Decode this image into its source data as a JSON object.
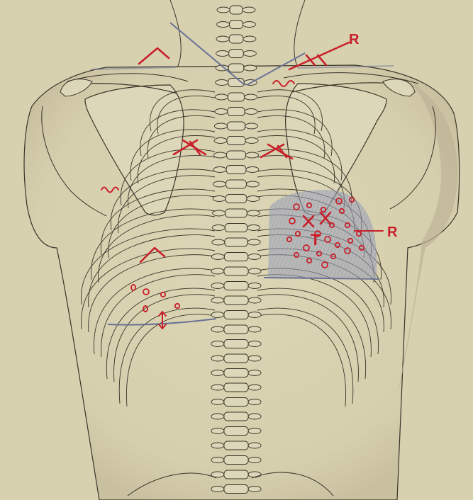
{
  "figure": {
    "labels": {
      "r_upper": "R",
      "r_right": "R",
      "t_center": "T"
    }
  },
  "colors": {
    "paper": "#d8d1b0",
    "ink": "#3a3328",
    "red_marks": "#c8202a",
    "blue_lines": "#6b7296",
    "shading": "#9aa0b8"
  },
  "icons": [
    "anatomical-back-diagram"
  ]
}
